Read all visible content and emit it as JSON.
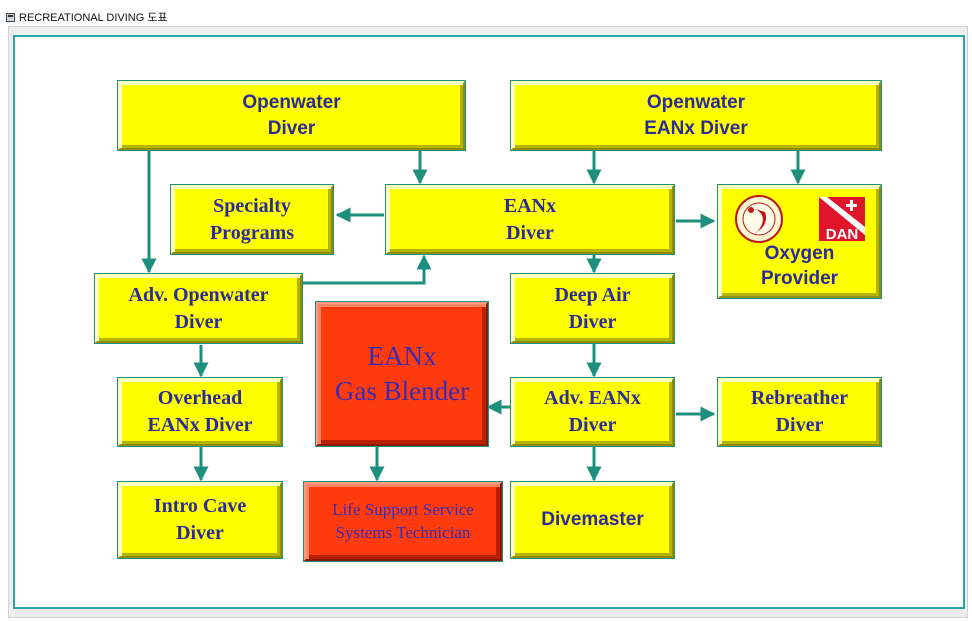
{
  "window": {
    "title": "RECREATIONAL DIVING 도표"
  },
  "diagram": {
    "nodes": [
      {
        "id": "openwater-diver",
        "label": "Openwater\nDiver"
      },
      {
        "id": "openwater-eanx-diver",
        "label": "Openwater\nEANx Diver"
      },
      {
        "id": "specialty-programs",
        "label": "Specialty\nPrograms"
      },
      {
        "id": "eanx-diver",
        "label": "EANx\nDiver"
      },
      {
        "id": "oxygen-provider",
        "label": "Oxygen\nProvider",
        "logo_text": "DAN"
      },
      {
        "id": "adv-openwater-diver",
        "label": "Adv. Openwater\nDiver"
      },
      {
        "id": "eanx-gas-blender",
        "label": "EANx\nGas Blender"
      },
      {
        "id": "deep-air-diver",
        "label": "Deep Air\nDiver"
      },
      {
        "id": "overhead-eanx-diver",
        "label": "Overhead\nEANx Diver"
      },
      {
        "id": "adv-eanx-diver",
        "label": "Adv. EANx\nDiver"
      },
      {
        "id": "rebreather-diver",
        "label": "Rebreather\nDiver"
      },
      {
        "id": "intro-cave-diver",
        "label": "Intro Cave\nDiver"
      },
      {
        "id": "life-support-technician",
        "label": "Life Support Service\nSystems Technician"
      },
      {
        "id": "divemaster",
        "label": "Divemaster"
      }
    ],
    "edges": [
      {
        "from": "openwater-diver",
        "to": "eanx-diver"
      },
      {
        "from": "openwater-diver",
        "to": "adv-openwater-diver"
      },
      {
        "from": "openwater-eanx-diver",
        "to": "eanx-diver"
      },
      {
        "from": "openwater-eanx-diver",
        "to": "oxygen-provider"
      },
      {
        "from": "eanx-diver",
        "to": "specialty-programs"
      },
      {
        "from": "eanx-diver",
        "to": "oxygen-provider"
      },
      {
        "from": "eanx-diver",
        "to": "deep-air-diver"
      },
      {
        "from": "adv-openwater-diver",
        "to": "eanx-diver"
      },
      {
        "from": "adv-openwater-diver",
        "to": "overhead-eanx-diver"
      },
      {
        "from": "overhead-eanx-diver",
        "to": "intro-cave-diver"
      },
      {
        "from": "deep-air-diver",
        "to": "adv-eanx-diver"
      },
      {
        "from": "adv-eanx-diver",
        "to": "eanx-gas-blender"
      },
      {
        "from": "adv-eanx-diver",
        "to": "rebreather-diver"
      },
      {
        "from": "adv-eanx-diver",
        "to": "divemaster"
      },
      {
        "from": "eanx-gas-blender",
        "to": "life-support-technician"
      }
    ],
    "colors": {
      "node_fill": "#ffff00",
      "node_text": "#2b2b99",
      "highlight_fill": "#ff3b0e",
      "highlight_text": "#3a2cb0",
      "connector": "#1f8f7d",
      "panel_border": "#2aa6ad"
    }
  }
}
